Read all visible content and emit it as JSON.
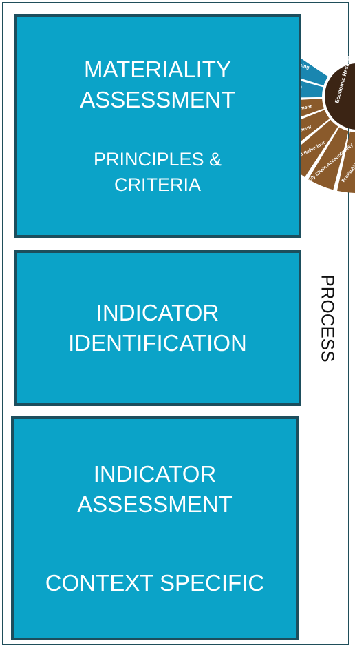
{
  "boxes": [
    {
      "title": "MATERIALITY\nASSESSMENT",
      "subtitle": "PRINCIPLES &\nCRITERIA"
    },
    {
      "title": "INDICATOR\nIDENTIFICATION"
    },
    {
      "title": "INDICATOR\nASSESSMENT",
      "subtitle": "CONTEXT SPECIFIC"
    }
  ],
  "side_label": "PROCESS",
  "wheel": {
    "segments": [
      "Profitability",
      "Supply Chain Accountability",
      "Ethical Behaviour",
      "Risk Management",
      "Biosecurity Management",
      "Societal Benefits",
      "Animal Wellbeing"
    ],
    "center_label": "Economic Resilience"
  },
  "colors": {
    "box_fill": "#0ba3c8",
    "box_border": "#1d4e5d",
    "wheel_brown": "#8a5a2b",
    "wheel_blue": "#1a86b0"
  }
}
